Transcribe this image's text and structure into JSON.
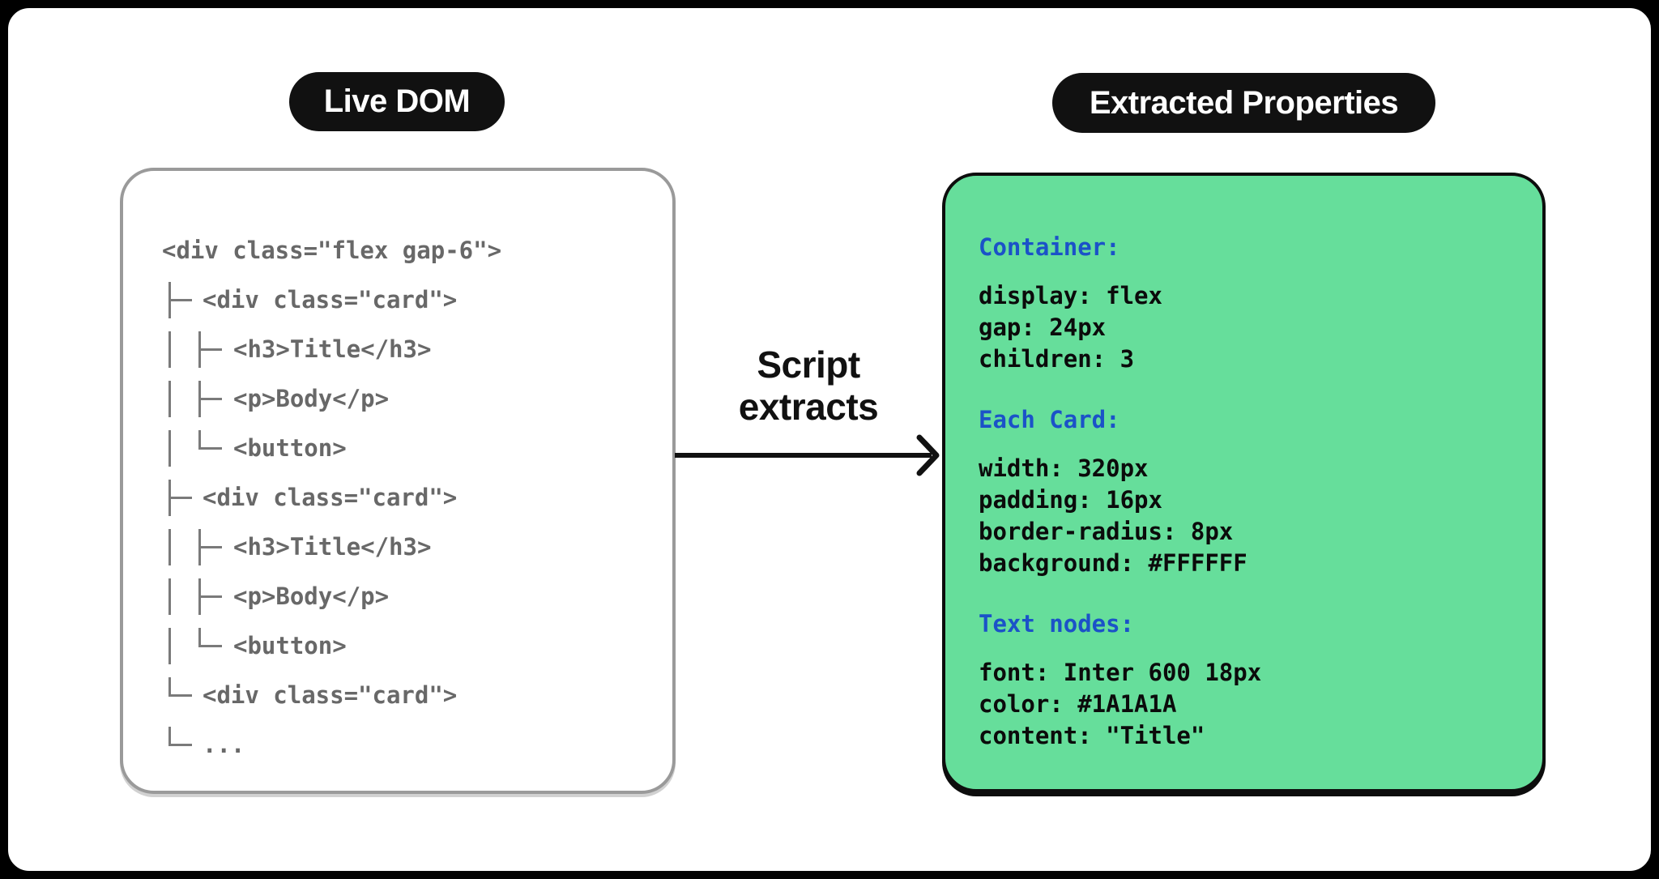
{
  "left_panel": {
    "label": "Live DOM",
    "tree": [
      {
        "prefix": [],
        "text": "<div class=\"flex gap-6\">"
      },
      {
        "prefix": [
          "tee"
        ],
        "text": "<div class=\"card\">"
      },
      {
        "prefix": [
          "pipe",
          "tee"
        ],
        "text": "<h3>Title</h3>"
      },
      {
        "prefix": [
          "pipe",
          "tee"
        ],
        "text": "<p>Body</p>"
      },
      {
        "prefix": [
          "pipe",
          "elbow"
        ],
        "text": "<button>"
      },
      {
        "prefix": [
          "tee"
        ],
        "text": "<div class=\"card\">"
      },
      {
        "prefix": [
          "pipe",
          "tee"
        ],
        "text": "<h3>Title</h3>"
      },
      {
        "prefix": [
          "pipe",
          "tee"
        ],
        "text": "<p>Body</p>"
      },
      {
        "prefix": [
          "pipe",
          "elbow"
        ],
        "text": "<button>"
      },
      {
        "prefix": [
          "elbow"
        ],
        "text": "<div class=\"card\">"
      },
      {
        "prefix": [
          "elbow"
        ],
        "text": "..."
      }
    ]
  },
  "connector": {
    "label_line1": "Script",
    "label_line2": "extracts"
  },
  "right_panel": {
    "label": "Extracted Properties",
    "sections": [
      {
        "heading": "Container:",
        "lines": [
          "display: flex",
          "gap: 24px",
          "children: 3"
        ]
      },
      {
        "heading": "Each Card:",
        "lines": [
          "width: 320px",
          "padding: 16px",
          "border-radius: 8px",
          "background: #FFFFFF"
        ]
      },
      {
        "heading": "Text nodes:",
        "lines": [
          "font: Inter 600 18px",
          "color: #1A1A1A",
          "content: \"Title\""
        ]
      }
    ]
  },
  "colors": {
    "badge_bg": "#111111",
    "badge_text": "#FFFFFF",
    "panel_border_gray": "#9A9A9A",
    "tree_text": "#686868",
    "tree_line": "#7A7A7A",
    "props_bg": "#66DE9B",
    "props_border": "#0D0D0D",
    "heading_blue": "#1B52C8",
    "props_text": "#0B0B0B",
    "arrow_black": "#111111"
  }
}
